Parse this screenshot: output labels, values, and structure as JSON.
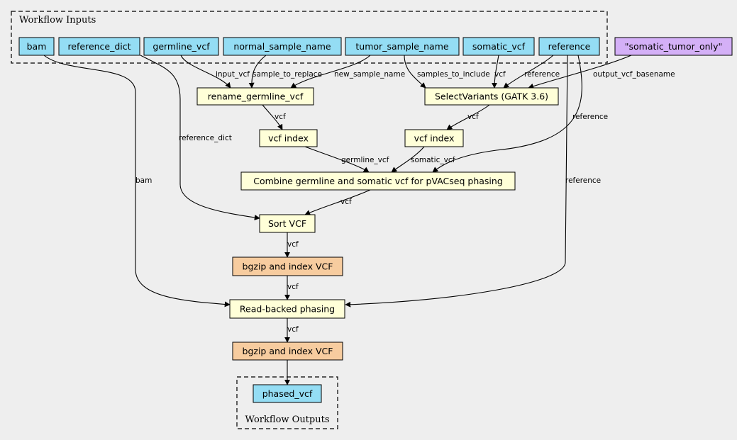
{
  "colors": {
    "input": "#94ddf4",
    "step": "#ffffd8",
    "bgzip": "#f7cc9f",
    "literal": "#d4b0f7",
    "background": "#eeeeee"
  },
  "clusters": {
    "inputs": "Workflow Inputs",
    "outputs": "Workflow Outputs"
  },
  "nodes": {
    "bam": "bam",
    "reference_dict": "reference_dict",
    "germline_vcf": "germline_vcf",
    "normal_sample_name": "normal_sample_name",
    "tumor_sample_name": "tumor_sample_name",
    "somatic_vcf": "somatic_vcf",
    "reference": "reference",
    "literal": "\"somatic_tumor_only\"",
    "rename_germline_vcf": "rename_germline_vcf",
    "select_variants": "SelectVariants (GATK 3.6)",
    "vcf_index_1": "vcf index",
    "vcf_index_2": "vcf index",
    "combine": "Combine germline and somatic vcf for pVACseq phasing",
    "sort_vcf": "Sort VCF",
    "bgzip_1": "bgzip and index VCF",
    "read_backed_phasing": "Read-backed phasing",
    "bgzip_2": "bgzip and index VCF",
    "phased_vcf": "phased_vcf"
  },
  "edge_labels": {
    "input_vcf": "input_vcf",
    "sample_to_replace": "sample_to_replace",
    "new_sample_name": "new_sample_name",
    "samples_to_include": "samples_to_include",
    "vcf_somatic": "vcf",
    "reference_select": "reference",
    "output_vcf_basename": "output_vcf_basename",
    "vcf_rename_out": "vcf",
    "vcf_select_out": "vcf",
    "reference_combine": "reference",
    "reference_dict": "reference_dict",
    "germline_vcf": "germline_vcf",
    "somatic_vcf": "somatic_vcf",
    "bam": "bam",
    "reference_phasing": "reference",
    "vcf_combine_out": "vcf",
    "vcf_sort_out": "vcf",
    "vcf_bgzip1_out": "vcf",
    "vcf_phasing_out": "vcf"
  }
}
